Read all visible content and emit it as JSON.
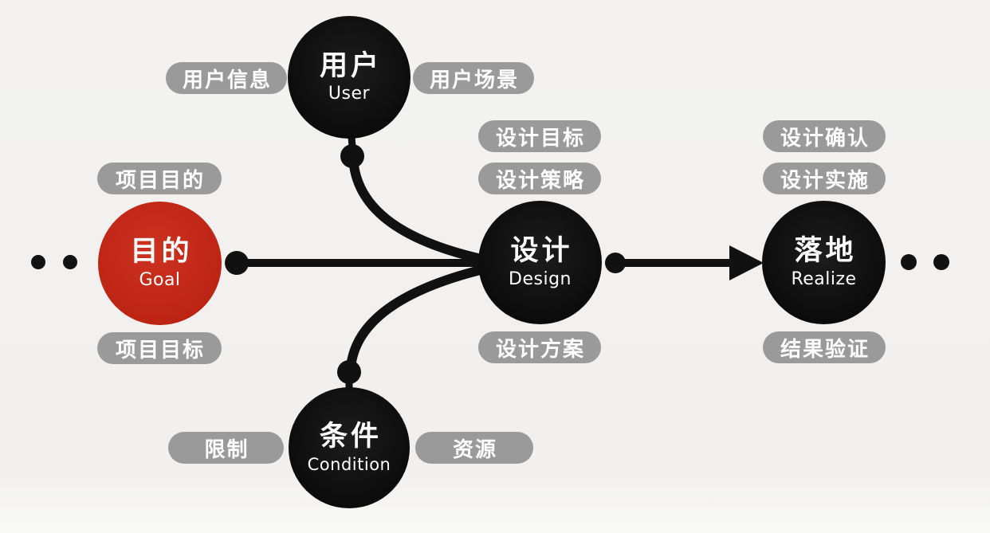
{
  "colors": {
    "background": "#f2f1ef",
    "node_black": "#0e0e0e",
    "node_red": "#c0271a",
    "pill_gray": "#9a9a9a",
    "connector_black": "#111111",
    "text_white": "#ffffff"
  },
  "nodes": {
    "goal": {
      "zh": "目的",
      "en": "Goal"
    },
    "user": {
      "zh": "用户",
      "en": "User"
    },
    "design": {
      "zh": "设计",
      "en": "Design"
    },
    "condition": {
      "zh": "条件",
      "en": "Condition"
    },
    "realize": {
      "zh": "落地",
      "en": "Realize"
    }
  },
  "pills": {
    "project_purpose": "项目目的",
    "project_goal": "项目目标",
    "user_info": "用户信息",
    "user_scenario": "用户场景",
    "design_goal": "设计目标",
    "design_strategy": "设计策略",
    "design_plan": "设计方案",
    "constraint": "限制",
    "resource": "资源",
    "design_confirm": "设计确认",
    "design_implement": "设计实施",
    "result_verify": "结果验证"
  }
}
